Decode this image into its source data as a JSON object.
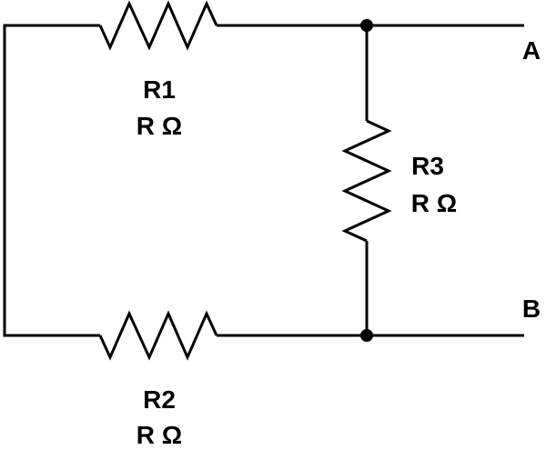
{
  "resistors": {
    "r1": {
      "name": "R1",
      "value": "R Ω"
    },
    "r2": {
      "name": "R2",
      "value": "R Ω"
    },
    "r3": {
      "name": "R3",
      "value": "R Ω"
    }
  },
  "terminals": {
    "a": "A",
    "b": "B"
  },
  "colors": {
    "wire": "#000000",
    "background": "#ffffff"
  }
}
